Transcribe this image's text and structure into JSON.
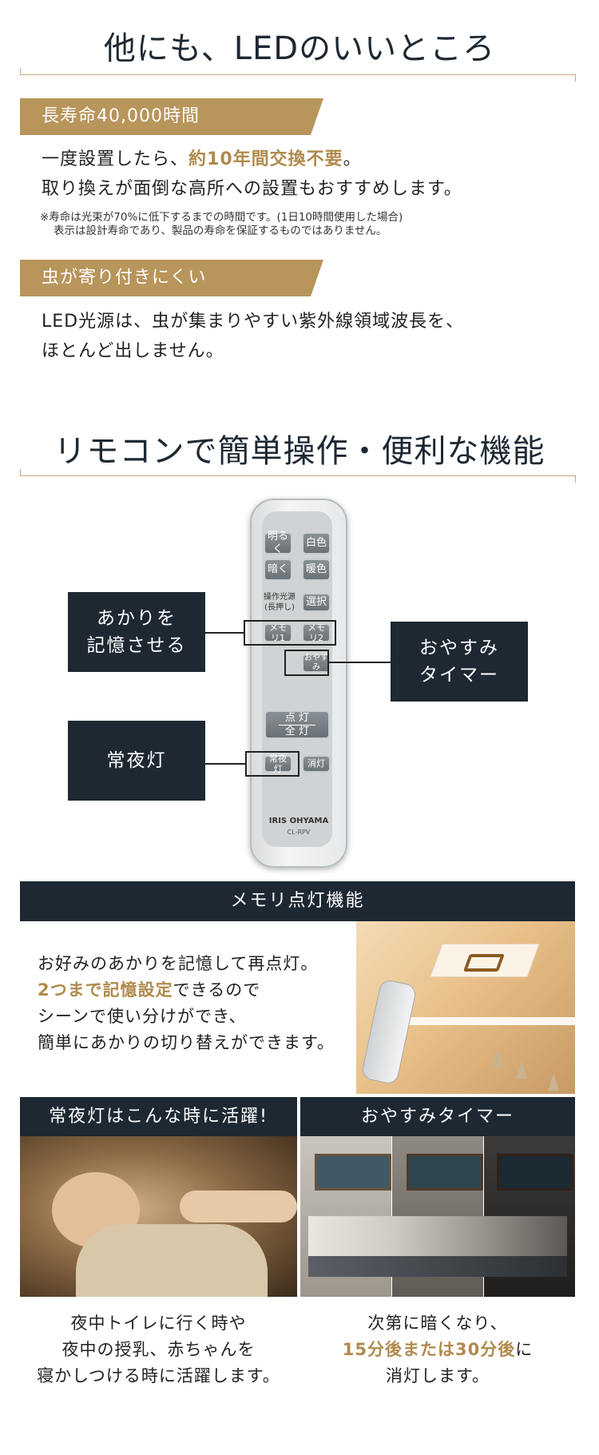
{
  "section1": {
    "title": "他にも、LEDのいいところ",
    "tag1": "長寿命40,000時間",
    "p1_line1_pre": "一度設置したら、",
    "p1_line1_hl": "約10年間交換不要",
    "p1_line1_post": "。",
    "p1_line2": "取り換えが面倒な高所への設置もおすすめします。",
    "note1": "※寿命は光束が70%に低下するまでの時間です。(1日10時間使用した場合)",
    "note2": "表示は設計寿命であり、製品の寿命を保証するものではありません。",
    "tag2": "虫が寄り付きにくい",
    "p2_line1": "LED光源は、虫が集まりやすい紫外線領域波長を、",
    "p2_line2": "ほとんど出しません。"
  },
  "section2": {
    "title": "リモコンで簡単操作・便利な機能",
    "callouts": {
      "memory_l1": "あかりを",
      "memory_l2": "記憶させる",
      "timer_l1": "おやすみ",
      "timer_l2": "タイマー",
      "night": "常夜灯"
    },
    "remote": {
      "btn_bright": "明るく",
      "btn_dark": "暗く",
      "btn_white": "白色",
      "btn_warm": "暖色",
      "source_label_1": "操作光源",
      "source_label_2": "(長押し)",
      "btn_select": "選択",
      "btn_mem1": "メモリ1",
      "btn_mem2": "メモリ2",
      "btn_sleep": "おやすみ",
      "btn_on_1": "点 灯",
      "btn_on_2": "全 灯",
      "btn_night": "常夜灯",
      "btn_off": "消灯",
      "brand": "IRIS OHYAMA",
      "model": "CL-RPV"
    }
  },
  "memory_section": {
    "bar": "メモリ点灯機能",
    "line1": "お好みのあかりを記憶して再点灯。",
    "line2_hl": "2つまで記憶設定",
    "line2_post": "できるので",
    "line3": "シーンで使い分けができ、",
    "line4": "簡単にあかりの切り替えができます。"
  },
  "night_panel": {
    "bar": "常夜灯はこんな時に活躍!",
    "line1": "夜中トイレに行く時や",
    "line2": "夜中の授乳、赤ちゃんを",
    "line3": "寝かしつける時に活躍します。"
  },
  "timer_panel": {
    "bar": "おやすみタイマー",
    "line1": "次第に暗くなり、",
    "line2_hl": "15分後または30分後",
    "line2_post": "に",
    "line3": "消灯します。"
  },
  "colors": {
    "navy": "#1d2833",
    "gold": "#b8955b",
    "gold_text": "#b08a4d"
  }
}
